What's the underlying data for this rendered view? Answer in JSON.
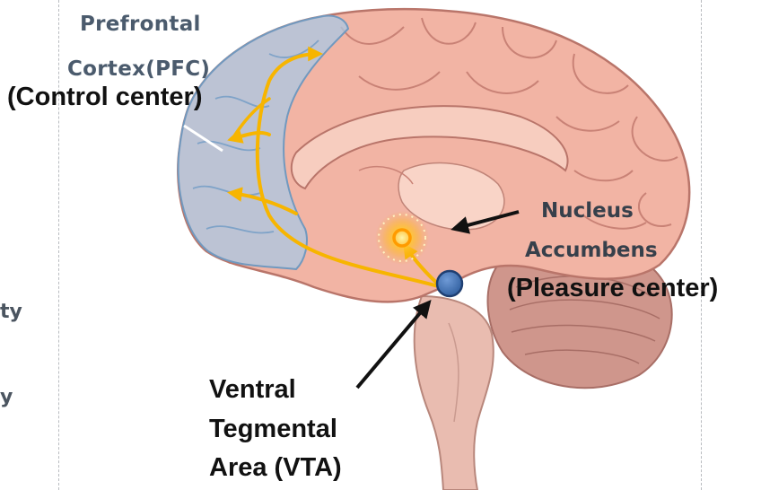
{
  "labels": {
    "pfc_line1": "Prefrontal",
    "pfc_line2": "Cortex(PFC)",
    "pfc_role": "(Control center)",
    "nac_line1": "Nucleus",
    "nac_line2": "Accumbens",
    "nac_role": "(Pleasure center)",
    "vta_line1": "Ventral",
    "vta_line2": "Tegmental",
    "vta_line3": "Area (VTA)",
    "left_fragment_1": "ty",
    "left_fragment_2": "y"
  },
  "colors": {
    "pathway": "#f7b500",
    "vta_node": "#3f71b8",
    "pfc_tint": "#a9c8e4",
    "brain": "#f0b1a1",
    "brainstem": "#e7b9ad",
    "cerebellum": "#c98f86",
    "arrow": "#111111"
  }
}
